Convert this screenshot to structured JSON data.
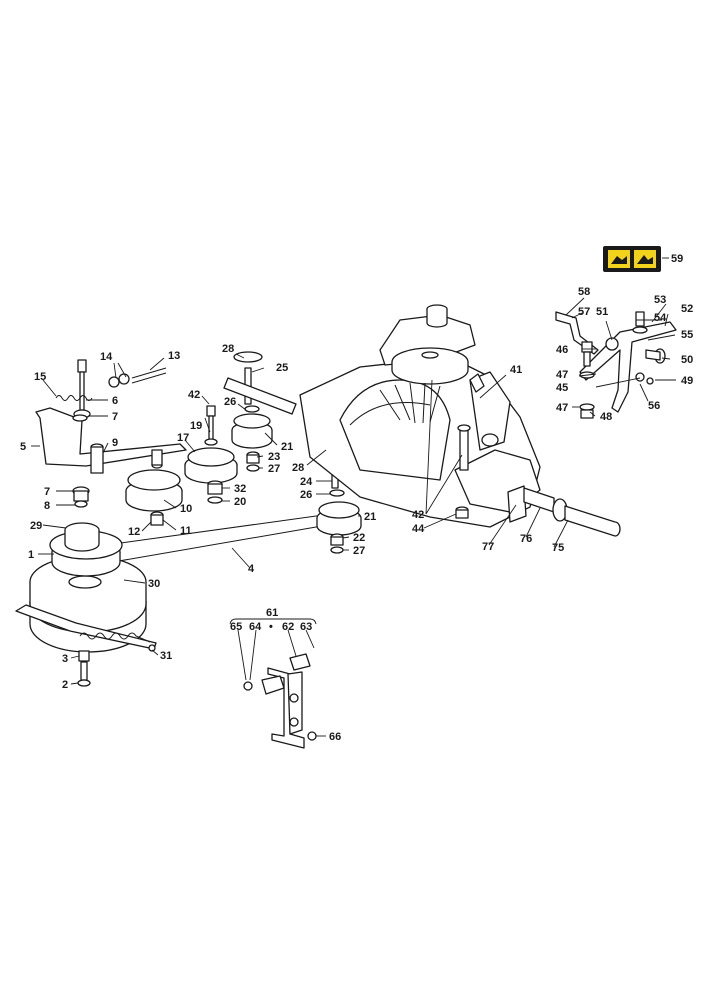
{
  "diagram": {
    "callouts": [
      {
        "id": "c59",
        "text": "59"
      },
      {
        "id": "c58",
        "text": "58"
      },
      {
        "id": "c57",
        "text": "57"
      },
      {
        "id": "c51",
        "text": "51"
      },
      {
        "id": "c53",
        "text": "53"
      },
      {
        "id": "c52",
        "text": "52"
      },
      {
        "id": "c54",
        "text": "54"
      },
      {
        "id": "c55",
        "text": "55"
      },
      {
        "id": "c46",
        "text": "46"
      },
      {
        "id": "c50",
        "text": "50"
      },
      {
        "id": "c47a",
        "text": "47"
      },
      {
        "id": "c49",
        "text": "49"
      },
      {
        "id": "c45",
        "text": "45"
      },
      {
        "id": "c56",
        "text": "56"
      },
      {
        "id": "c47b",
        "text": "47"
      },
      {
        "id": "c48",
        "text": "48"
      },
      {
        "id": "c28a",
        "text": "28"
      },
      {
        "id": "c25",
        "text": "25"
      },
      {
        "id": "c41",
        "text": "41"
      },
      {
        "id": "c14",
        "text": "14"
      },
      {
        "id": "c13",
        "text": "13"
      },
      {
        "id": "c15",
        "text": "15"
      },
      {
        "id": "c6",
        "text": "6"
      },
      {
        "id": "c7a",
        "text": "7"
      },
      {
        "id": "c5",
        "text": "5"
      },
      {
        "id": "c9",
        "text": "9"
      },
      {
        "id": "c42a",
        "text": "42"
      },
      {
        "id": "c26a",
        "text": "26"
      },
      {
        "id": "c19",
        "text": "19"
      },
      {
        "id": "c17",
        "text": "17"
      },
      {
        "id": "c21a",
        "text": "21"
      },
      {
        "id": "c23",
        "text": "23"
      },
      {
        "id": "c27a",
        "text": "27"
      },
      {
        "id": "c28b",
        "text": "28"
      },
      {
        "id": "c24",
        "text": "24"
      },
      {
        "id": "c26b",
        "text": "26"
      },
      {
        "id": "c7b",
        "text": "7"
      },
      {
        "id": "c8",
        "text": "8"
      },
      {
        "id": "c32",
        "text": "32"
      },
      {
        "id": "c20",
        "text": "20"
      },
      {
        "id": "c10",
        "text": "10"
      },
      {
        "id": "c12",
        "text": "12"
      },
      {
        "id": "c11",
        "text": "11"
      },
      {
        "id": "c29",
        "text": "29"
      },
      {
        "id": "c1",
        "text": "1"
      },
      {
        "id": "c21b",
        "text": "21"
      },
      {
        "id": "c22",
        "text": "22"
      },
      {
        "id": "c27b",
        "text": "27"
      },
      {
        "id": "c42b",
        "text": "42"
      },
      {
        "id": "c44",
        "text": "44"
      },
      {
        "id": "c77",
        "text": "77"
      },
      {
        "id": "c76",
        "text": "76"
      },
      {
        "id": "c75",
        "text": "75"
      },
      {
        "id": "c4",
        "text": "4"
      },
      {
        "id": "c30",
        "text": "30"
      },
      {
        "id": "c31",
        "text": "31"
      },
      {
        "id": "c3",
        "text": "3"
      },
      {
        "id": "c2",
        "text": "2"
      },
      {
        "id": "c61",
        "text": "61"
      },
      {
        "id": "c65",
        "text": "65"
      },
      {
        "id": "c64",
        "text": "64"
      },
      {
        "id": "c62",
        "text": "62"
      },
      {
        "id": "c63",
        "text": "63"
      },
      {
        "id": "c66",
        "text": "66"
      }
    ],
    "group_bullet": "•",
    "colors": {
      "line": "#1a1a1a",
      "badge_background": "#1a1a1a",
      "badge_accent": "#f2d21b"
    }
  }
}
